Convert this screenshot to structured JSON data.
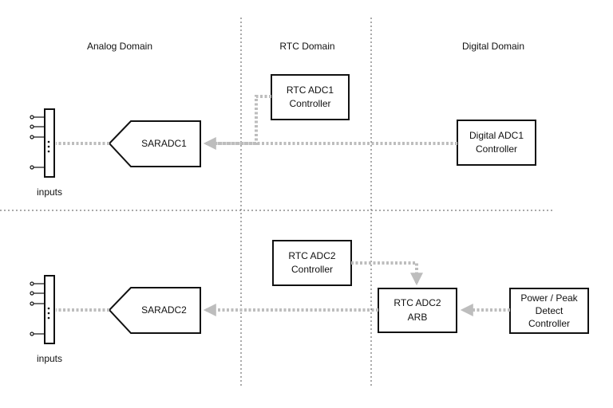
{
  "domains": {
    "analog": "Analog Domain",
    "rtc": "RTC Domain",
    "digital": "Digital Domain"
  },
  "adc1": {
    "saradc": "SARADC1",
    "rtc_ctrl": [
      "RTC ADC1",
      "Controller"
    ],
    "digital_ctrl": [
      "Digital ADC1",
      "Controller"
    ],
    "inputs": "inputs"
  },
  "adc2": {
    "saradc": "SARADC2",
    "rtc_ctrl": [
      "RTC ADC2",
      "Controller"
    ],
    "arb": [
      "RTC ADC2",
      "ARB"
    ],
    "pwdet_ctrl": [
      "Power / Peak",
      "Detect",
      "Controller"
    ],
    "inputs": "inputs"
  },
  "colors": {
    "stroke": "#111111",
    "arrow": "#bdbdbd",
    "divider": "#555555"
  }
}
